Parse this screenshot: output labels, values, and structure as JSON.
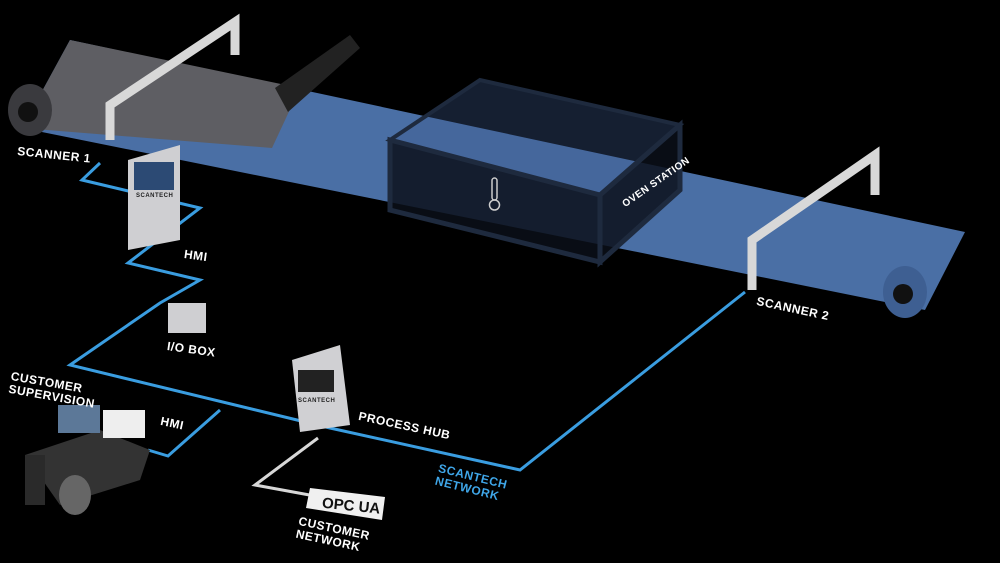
{
  "labels": {
    "scanner1": "SCANNER 1",
    "scanner2": "SCANNER 2",
    "hmi_top": "HMI",
    "io_box": "I/O BOX",
    "customer_supervision_1": "CUSTOMER",
    "customer_supervision_2": "SUPERVISION",
    "hmi_bottom": "HMI",
    "process_hub": "PROCESS HUB",
    "scantech_network_1": "SCANTECH",
    "scantech_network_2": "NETWORK",
    "customer_network_1": "CUSTOMER",
    "customer_network_2": "NETWORK",
    "oven_station": "OVEN STATION",
    "opc_ua": "OPC UA",
    "brand": "SCANTECH"
  },
  "colors": {
    "network": "#3a9de0",
    "customer_link": "#d8d8d8",
    "belt": "#4a6fa5",
    "felt": "#6a6a6e"
  }
}
